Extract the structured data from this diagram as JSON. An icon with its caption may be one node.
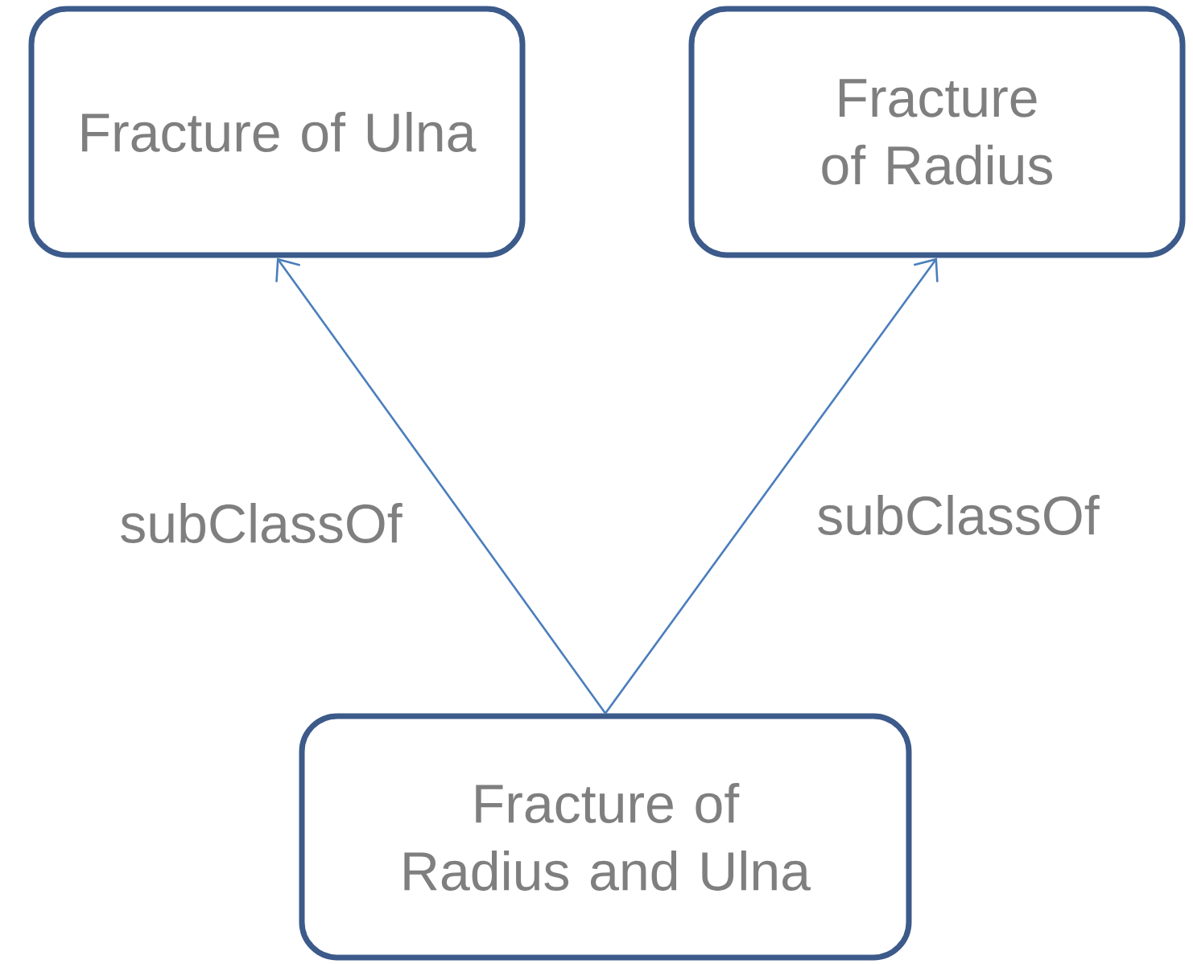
{
  "diagram": {
    "nodes": [
      {
        "text": [
          "Fracture of Ulna"
        ]
      },
      {
        "text": [
          "Fracture of Radius"
        ]
      },
      {
        "text": [
          "Fracture of Radius and Ulna"
        ]
      }
    ],
    "edges": [
      {
        "from": 2,
        "to": 0,
        "arrow": "to",
        "label": "subClassOf"
      },
      {
        "from": 2,
        "to": 1,
        "arrow": "to",
        "label": "subClassOf"
      }
    ]
  }
}
